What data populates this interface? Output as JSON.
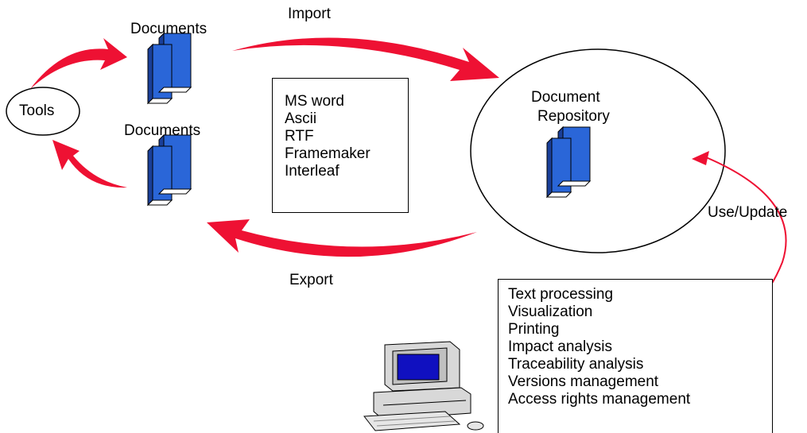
{
  "labels": {
    "tools": "Tools",
    "documents_top": "Documents",
    "documents_bottom": "Documents",
    "import": "Import",
    "export": "Export",
    "repository_line1": "Document",
    "repository_line2": "Repository",
    "use_update": "Use/Update"
  },
  "formats": [
    "MS word",
    "Ascii",
    "RTF",
    "Framemaker",
    "Interleaf"
  ],
  "operations": [
    "Text processing",
    "Visualization",
    "Printing",
    "Impact analysis",
    "Traceability analysis",
    "Versions management",
    "Access rights management"
  ],
  "colors": {
    "arrow": "#ee1133",
    "binder": "#2a66d8",
    "binder_dark": "#1a3f99",
    "screen": "#1010c0",
    "computer": "#d8d8d8"
  },
  "icons": [
    "binder-icon",
    "computer-icon"
  ]
}
